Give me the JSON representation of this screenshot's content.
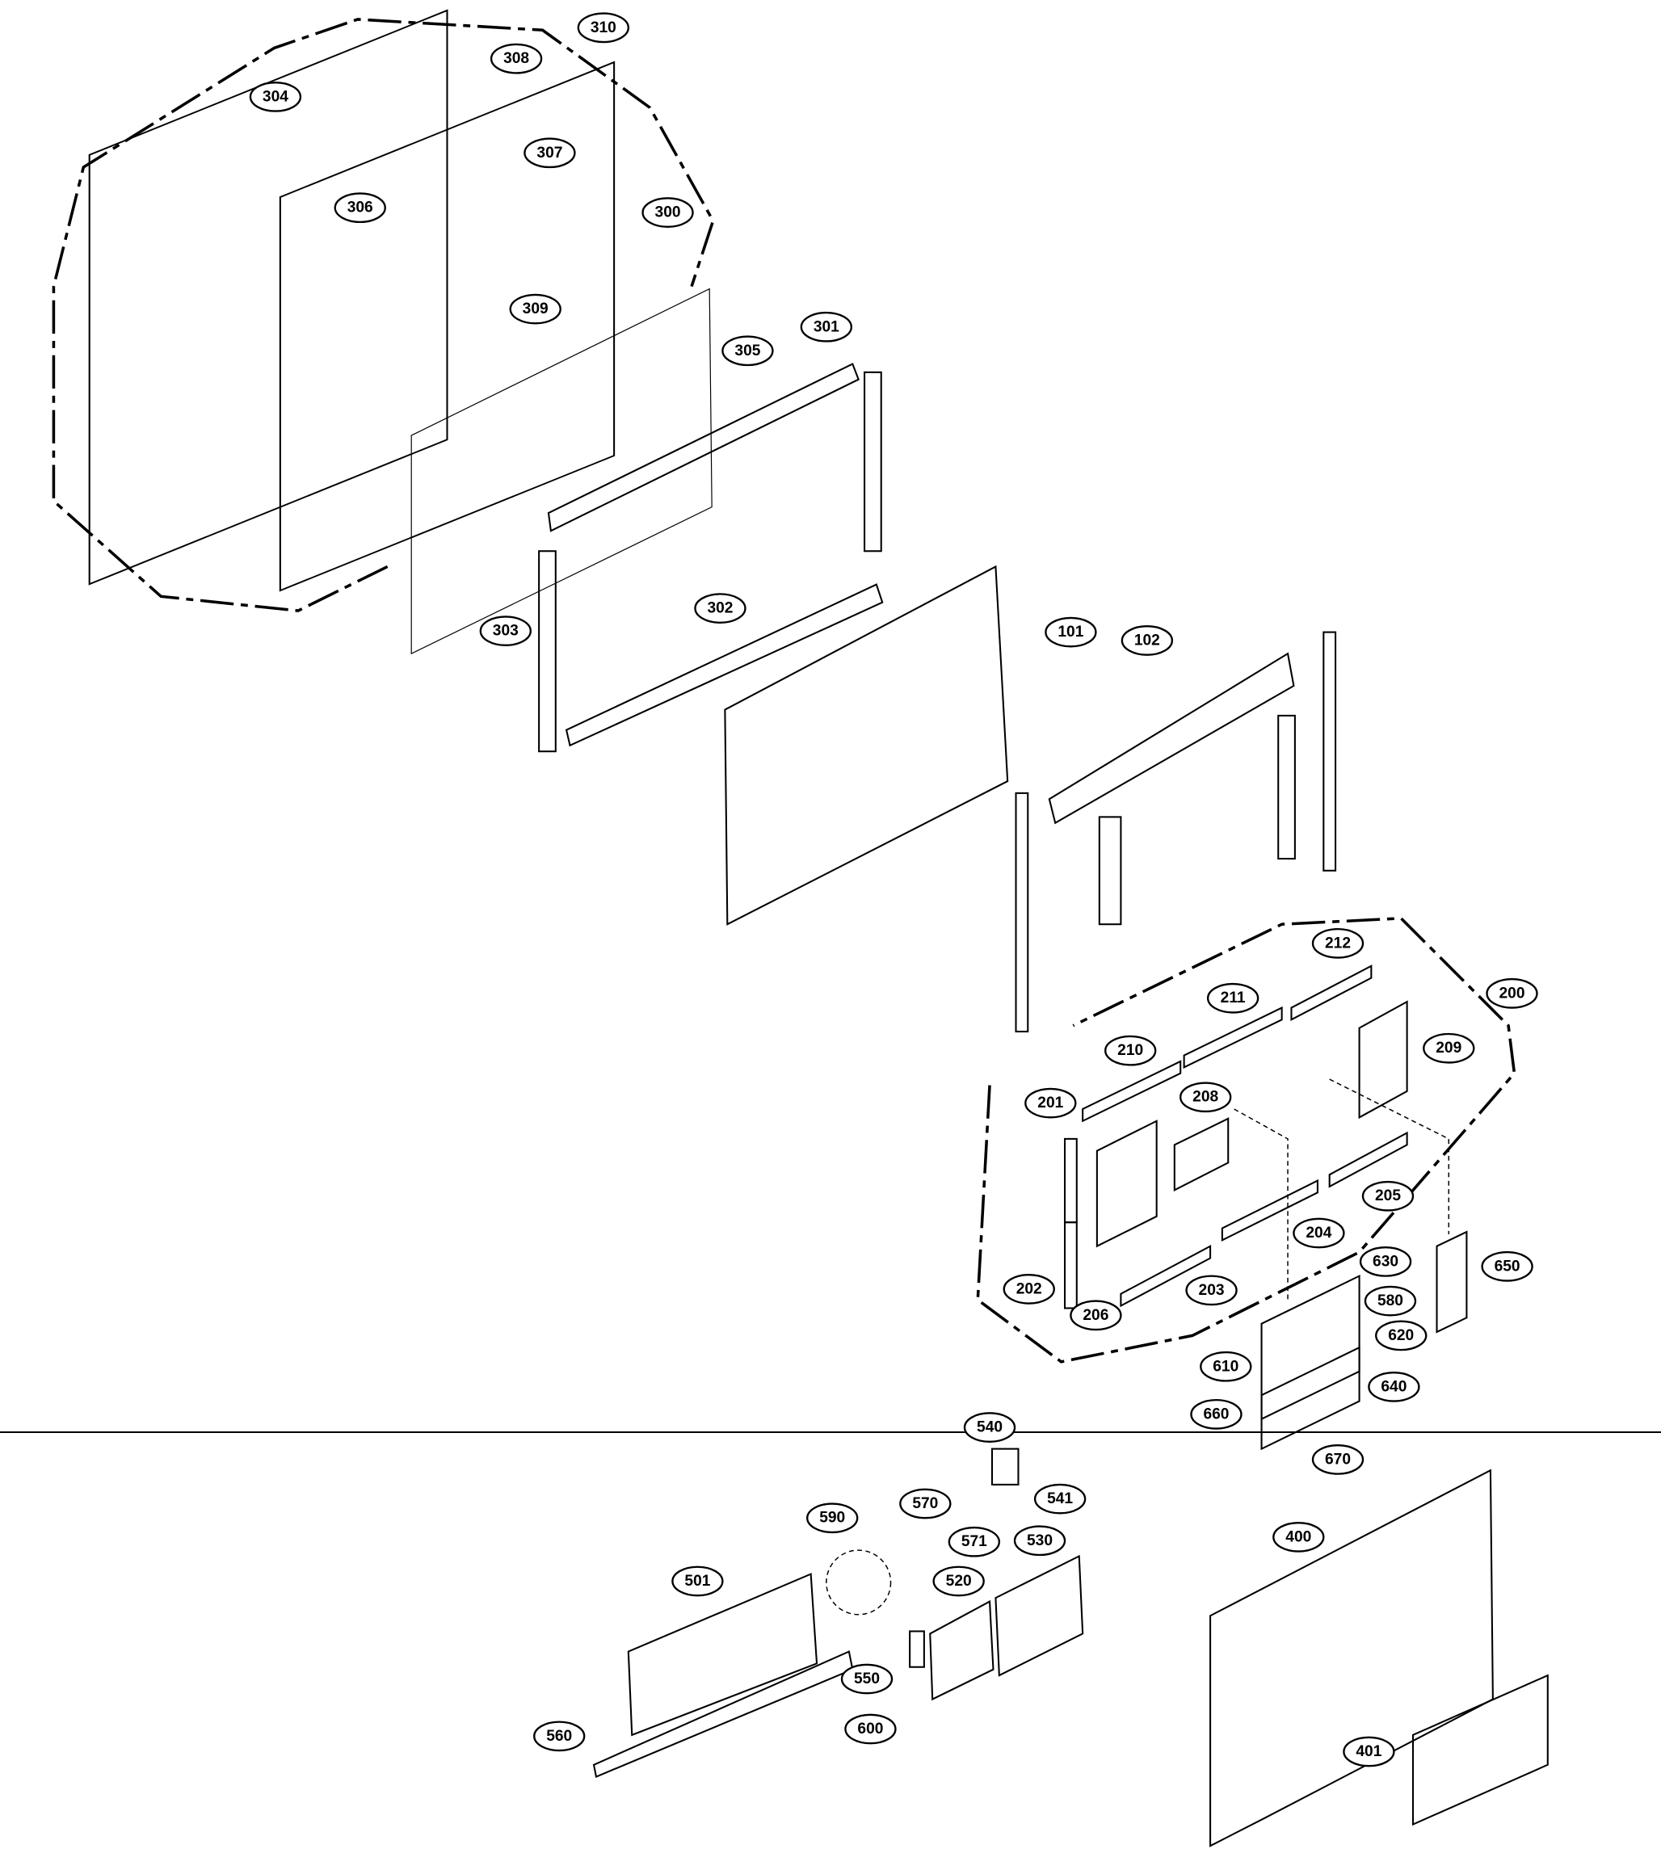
{
  "diagram": {
    "title": "Exploded parts diagram",
    "callouts": [
      "310",
      "308",
      "304",
      "307",
      "306",
      "300",
      "309",
      "305",
      "301",
      "303",
      "302",
      "101",
      "102",
      "212",
      "211",
      "200",
      "210",
      "209",
      "201",
      "208",
      "205",
      "204",
      "630",
      "650",
      "202",
      "203",
      "206",
      "580",
      "620",
      "610",
      "640",
      "660",
      "670",
      "540",
      "541",
      "570",
      "590",
      "571",
      "530",
      "501",
      "520",
      "550",
      "560",
      "600",
      "400",
      "401"
    ]
  }
}
